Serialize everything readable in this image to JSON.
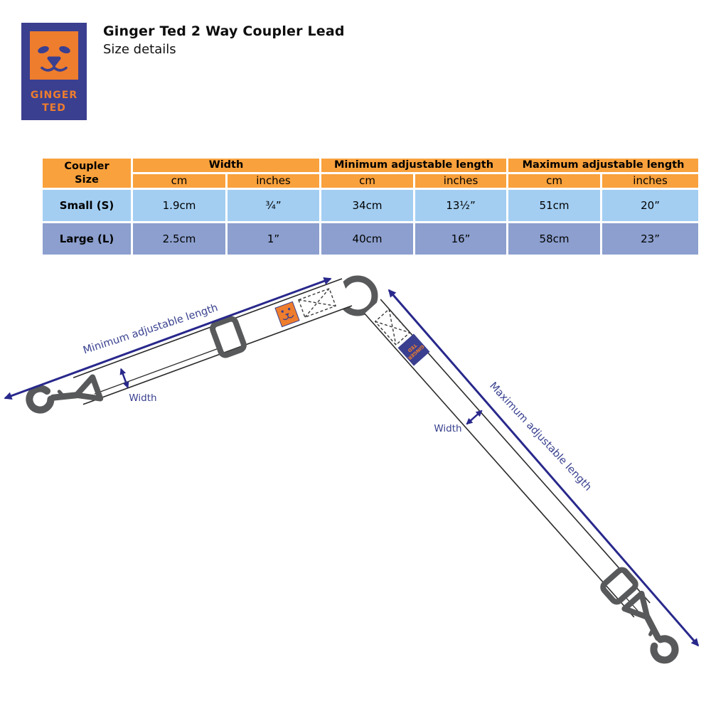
{
  "header": {
    "title": "Ginger Ted 2 Way Coupler Lead",
    "subtitle": "Size details"
  },
  "logo": {
    "line1": "GINGER",
    "line2": "TED"
  },
  "table": {
    "corner": {
      "line1": "Coupler",
      "line2": "Size"
    },
    "groups": [
      "Width",
      "Minimum adjustable length",
      "Maximum adjustable length"
    ],
    "subheaders": [
      "cm",
      "inches",
      "cm",
      "inches",
      "cm",
      "inches"
    ],
    "rows": [
      {
        "size": "Small (S)",
        "values": [
          "1.9cm",
          "¾”",
          "34cm",
          "13½”",
          "51cm",
          "20”"
        ]
      },
      {
        "size": "Large (L)",
        "values": [
          "2.5cm",
          "1”",
          "40cm",
          "16”",
          "58cm",
          "23”"
        ]
      }
    ]
  },
  "diagram": {
    "min_length_label": "Minimum adjustable length",
    "max_length_label": "Maximum adjustable length",
    "width_label_left": "Width",
    "width_label_right": "Width",
    "patch": {
      "line1": "GINGER",
      "line2": "TED"
    },
    "hardware_icons": [
      "metal-ring",
      "trigger-snap-hook",
      "slider-buckle",
      "box-x-stitching",
      "brand-patch"
    ]
  },
  "colors": {
    "table_header_orange": "#F9A13C",
    "row_small_blue": "#A3CEF2",
    "row_large_periwinkle": "#8C9FCE",
    "brand_navy": "#3A3F90",
    "brand_orange": "#EE7D2D",
    "arrow_navy": "#28288C",
    "label_indigo": "#39418F",
    "hardware_grey": "#58595B"
  }
}
